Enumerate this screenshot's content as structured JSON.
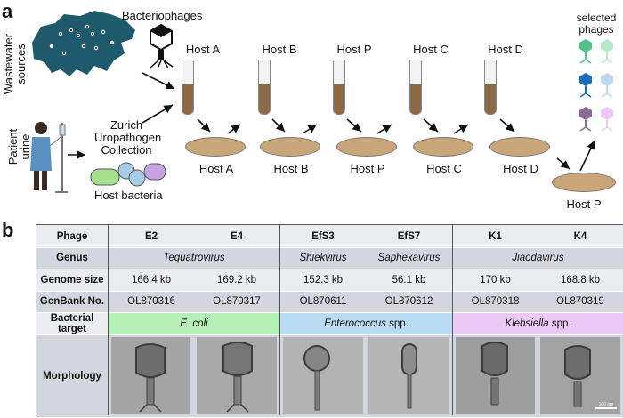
{
  "panel_a": {
    "letter": "a",
    "wastewater_label": "Wastewater sources",
    "urine_label": "Patient urine",
    "bacteriophages_label": "Bacteriophages",
    "collection_label": [
      "Zurich",
      "Uropathogen",
      "Collection"
    ],
    "host_bacteria_label": "Host bacteria",
    "tube_hosts": [
      "Host A",
      "Host B",
      "Host P",
      "Host C",
      "Host D"
    ],
    "dish_hosts": [
      "Host A",
      "Host B",
      "Host P",
      "Host C",
      "Host D"
    ],
    "final_dish_host": "Host P",
    "selected_phages_label": [
      "selected",
      "phages"
    ],
    "colors": {
      "map": "#1d5a6b",
      "phage_green": "#6fd29a",
      "phage_blue": "#1a6fb8",
      "phage_purple": "#8a6b95",
      "tube_fill": "#8b6a45",
      "dish_fill": "#c9a67a",
      "pill_green": "#a6e08e",
      "pill_blue": "#a9cde8",
      "pill_purple": "#c9a2e6"
    }
  },
  "panel_b": {
    "letter": "b",
    "row_labels": {
      "phage": "Phage",
      "genus": "Genus",
      "genome_size": "Genome size",
      "genbank": "GenBank No.",
      "target": "Bacterial target",
      "morphology": "Morphology"
    },
    "phages": [
      {
        "name": "E2",
        "genome": "166.4 kb",
        "genbank": "OL870316"
      },
      {
        "name": "E4",
        "genome": "169.2 kb",
        "genbank": "OL870317"
      },
      {
        "name": "EfS3",
        "genome": "152.3 kb",
        "genbank": "OL870611"
      },
      {
        "name": "EfS7",
        "genome": "56.1 kb",
        "genbank": "OL870612"
      },
      {
        "name": "K1",
        "genome": "170 kb",
        "genbank": "OL870318"
      },
      {
        "name": "K4",
        "genome": "168.8 kb",
        "genbank": "OL870319"
      }
    ],
    "genera": [
      "Tequatrovirus",
      "Shiekvirus",
      "Saphexavirus",
      "Jiaodavirus"
    ],
    "targets": [
      {
        "italic": "E. coli",
        "plain": "",
        "color": "#b6f0b6"
      },
      {
        "italic": "Enterococcus",
        "plain": " spp.",
        "color": "#b8dcf2"
      },
      {
        "italic": "Klebsiella",
        "plain": " spp.",
        "color": "#ecc9f5"
      }
    ],
    "scale_bar": "100 nm",
    "colors": {
      "shaded": "#d4d6dd",
      "plain": "#ebecef",
      "border": "#555555"
    }
  }
}
